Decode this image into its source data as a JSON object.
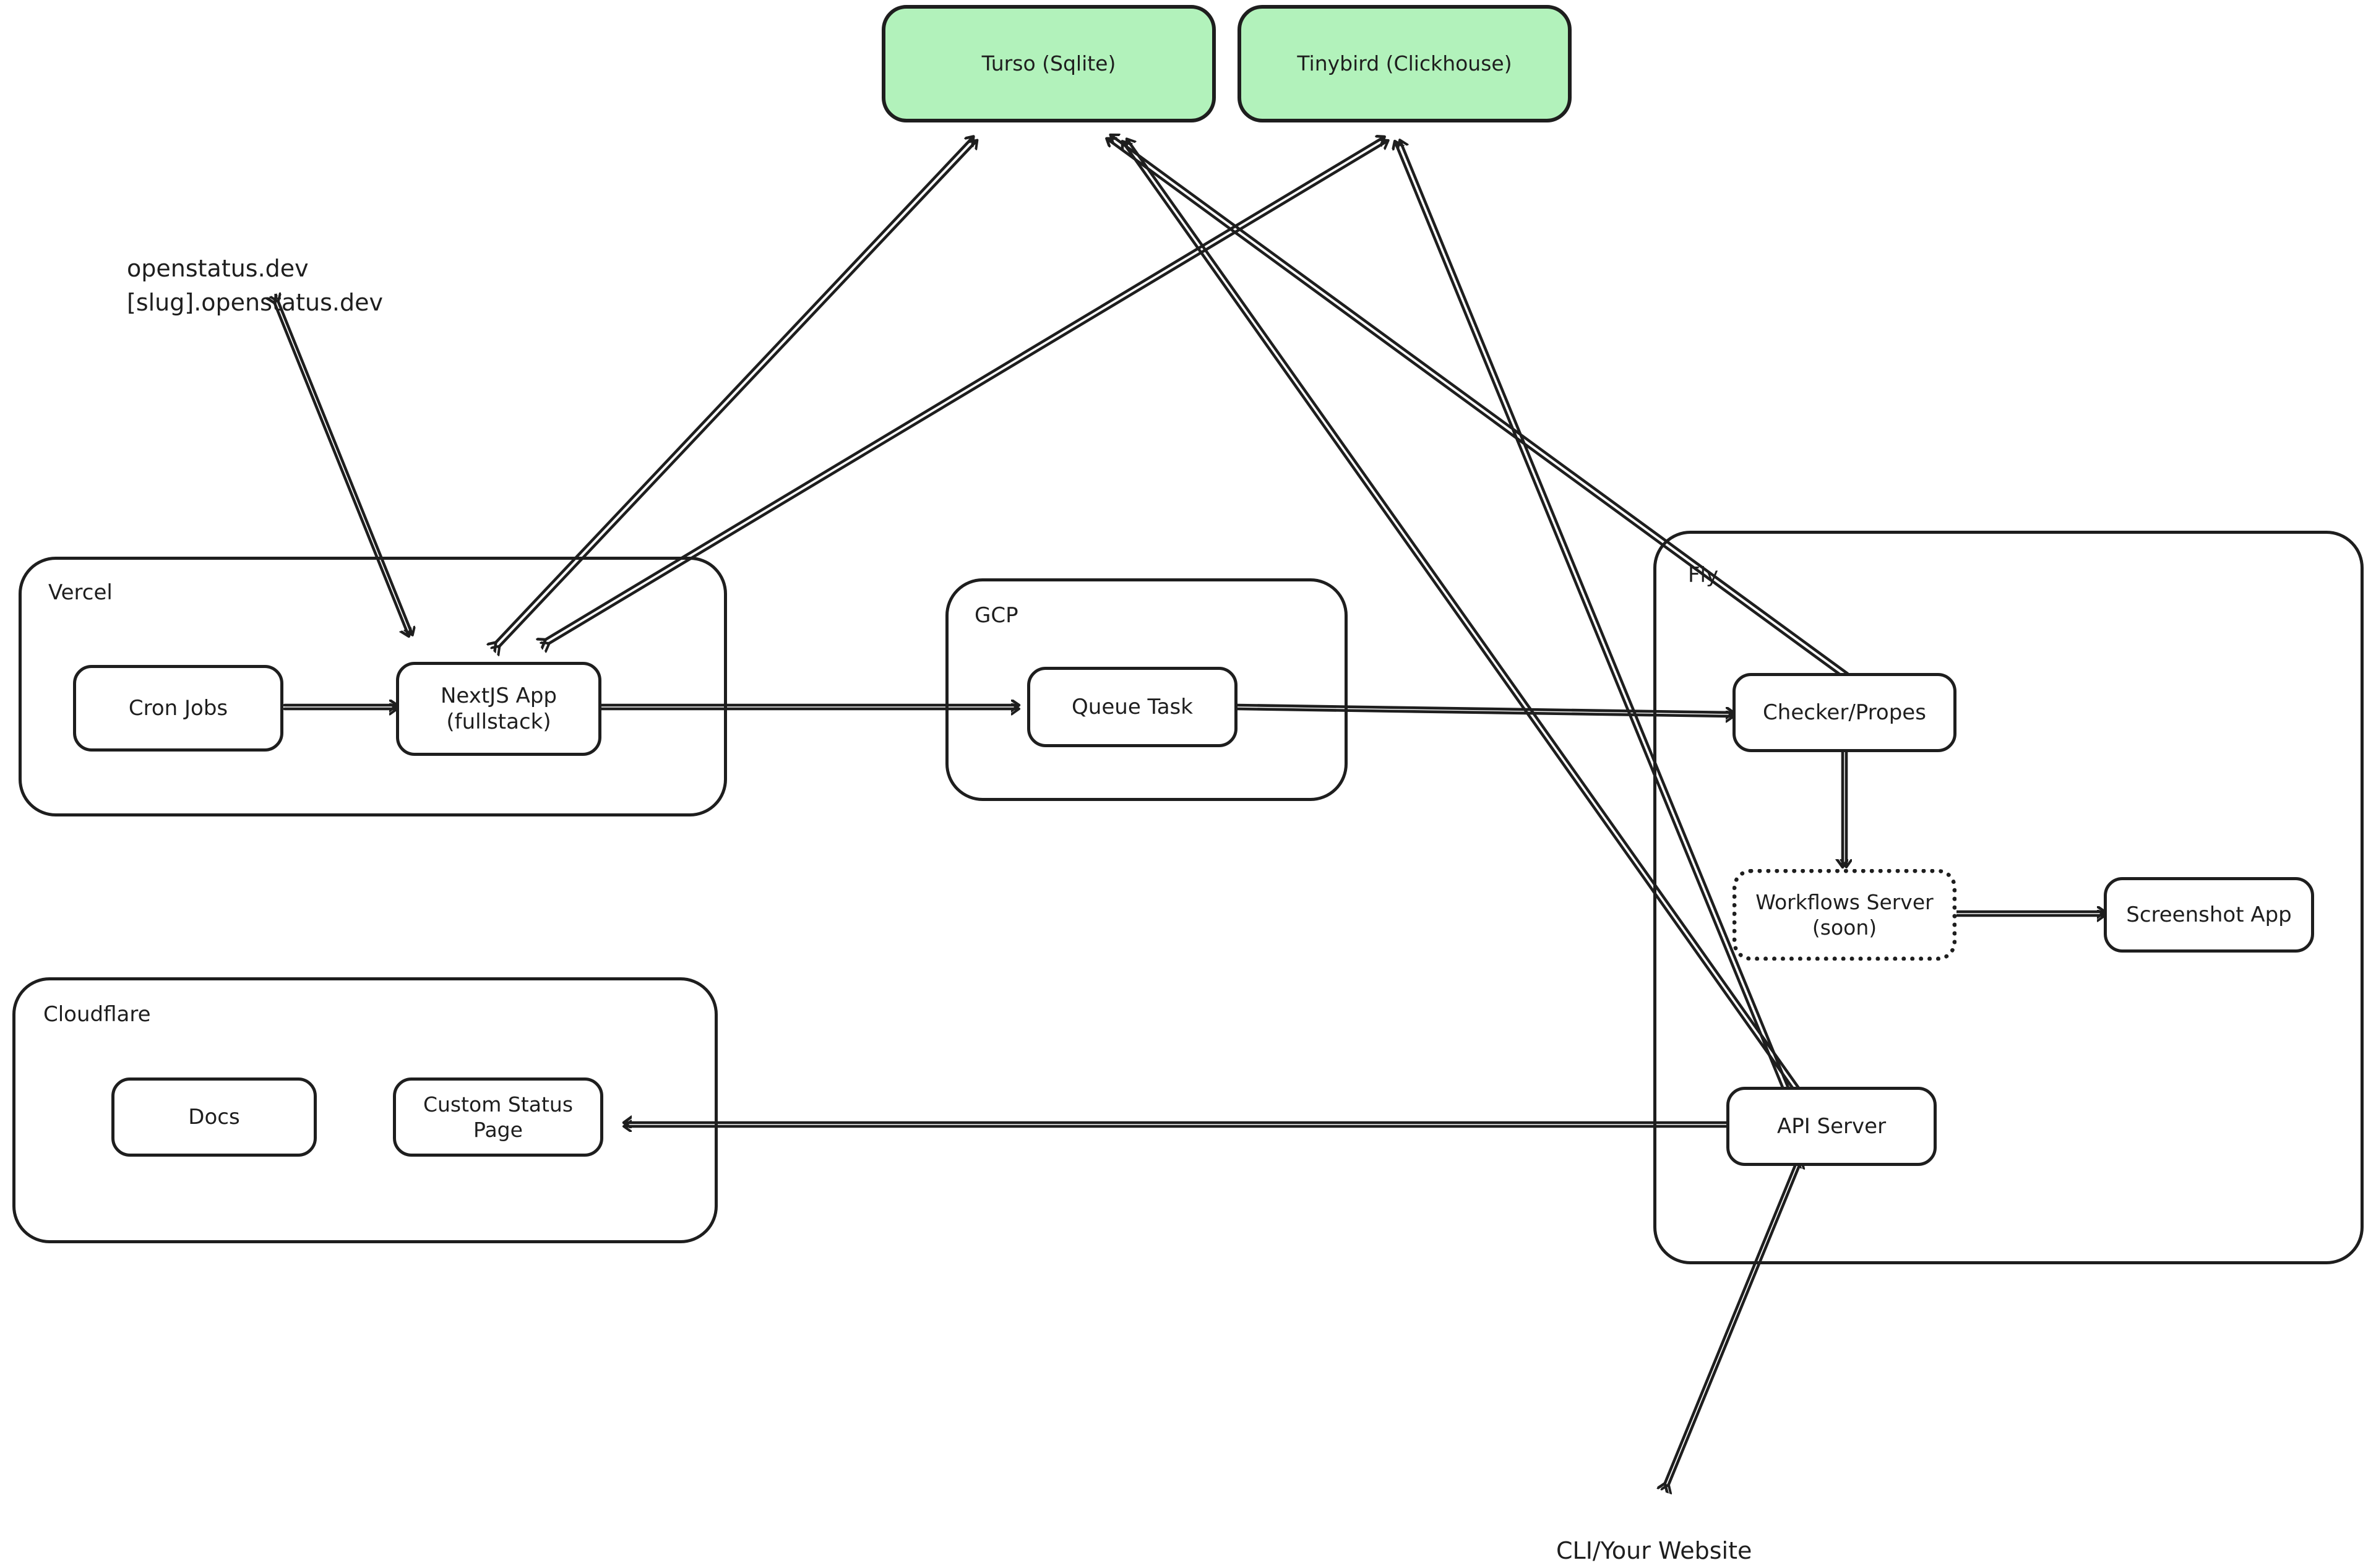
{
  "diagram": {
    "title": "OpenStatus architecture diagram",
    "style": "hand-drawn whiteboard (excalidraw)",
    "accent_green": "#b2f2bb",
    "stroke_color": "#1e1e1e",
    "background": "#ffffff"
  },
  "databases": [
    {
      "id": "turso",
      "label": "Turso (Sqlite)",
      "fill": "#b2f2bb"
    },
    {
      "id": "tinybird",
      "label": "Tinybird (Clickhouse)",
      "fill": "#b2f2bb"
    }
  ],
  "free_text": [
    {
      "id": "domains",
      "label": "openstatus.dev\n[slug].openstatus.dev"
    },
    {
      "id": "client",
      "label": "CLI/Your Website"
    }
  ],
  "groups": [
    {
      "id": "vercel",
      "label": "Vercel",
      "nodes": [
        {
          "id": "cron",
          "label": "Cron Jobs"
        },
        {
          "id": "nextjs",
          "label": "NextJS App\n(fullstack)"
        }
      ]
    },
    {
      "id": "gcp",
      "label": "GCP",
      "nodes": [
        {
          "id": "queue",
          "label": "Queue Task"
        }
      ]
    },
    {
      "id": "cloudflare",
      "label": "Cloudflare",
      "nodes": [
        {
          "id": "docs",
          "label": "Docs"
        },
        {
          "id": "statuspage",
          "label": "Custom Status Page"
        }
      ]
    },
    {
      "id": "fly",
      "label": "Fly",
      "nodes": [
        {
          "id": "checker",
          "label": "Checker/Propes",
          "border": "solid"
        },
        {
          "id": "workflows",
          "label": "Workflows Server\n(soon)",
          "border": "dotted"
        },
        {
          "id": "screenshot",
          "label": "Screenshot App",
          "border": "solid"
        },
        {
          "id": "api",
          "label": "API Server",
          "border": "solid"
        }
      ]
    }
  ],
  "edges": [
    {
      "from": "domains",
      "to": "nextjs",
      "direction": "both"
    },
    {
      "from": "cron",
      "to": "nextjs",
      "direction": "one"
    },
    {
      "from": "nextjs",
      "to": "turso",
      "direction": "both"
    },
    {
      "from": "nextjs",
      "to": "tinybird",
      "direction": "both"
    },
    {
      "from": "nextjs",
      "to": "queue",
      "direction": "one"
    },
    {
      "from": "queue",
      "to": "checker",
      "direction": "one"
    },
    {
      "from": "checker",
      "to": "turso",
      "direction": "one"
    },
    {
      "from": "checker",
      "to": "workflows",
      "direction": "one"
    },
    {
      "from": "workflows",
      "to": "screenshot",
      "direction": "one"
    },
    {
      "from": "api",
      "to": "tinybird",
      "direction": "one"
    },
    {
      "from": "api",
      "to": "turso",
      "direction": "one"
    },
    {
      "from": "api",
      "to": "statuspage",
      "direction": "one"
    },
    {
      "from": "client",
      "to": "api",
      "direction": "both"
    }
  ]
}
